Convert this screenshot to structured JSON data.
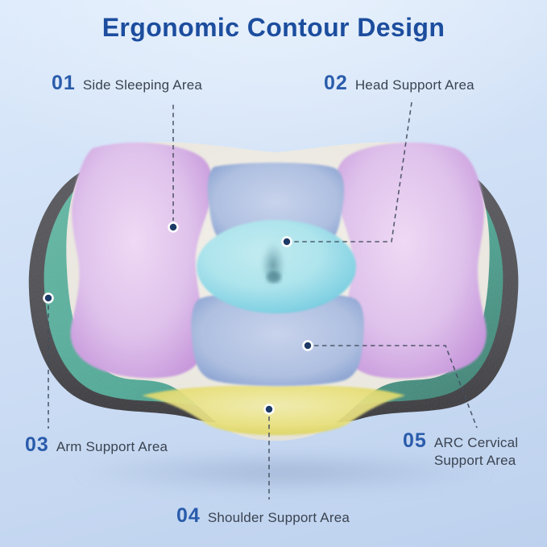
{
  "title": "Ergonomic Contour Design",
  "callouts": [
    {
      "number": "01",
      "label": "Side Sleeping Area"
    },
    {
      "number": "02",
      "label": "Head Support Area"
    },
    {
      "number": "03",
      "label": "Arm Support Area"
    },
    {
      "number": "04",
      "label": "Shoulder Support Area"
    },
    {
      "number": "05",
      "label": "ARC Cervical Support Area"
    }
  ],
  "illustration": {
    "subject": "contour-pillow-top-view",
    "marker_icon": "dot-marker-icon",
    "line_style": "dashed"
  },
  "colors": {
    "title": "#1c4d9e",
    "number": "#2a5cab",
    "label": "#3a4350",
    "bgTop": "#dceafb",
    "bgBottom": "#bdd1ee",
    "line": "#434e5e",
    "dot": "#1d3a66",
    "cream": "#eae7df",
    "pinkMid": "#dfc2eb",
    "pinkEdge": "#c28fd8",
    "blueMid": "#aebfe0",
    "blueEdge": "#7591c8",
    "cyanLight": "#aee4ec",
    "cyanEdge": "#4fa3d4",
    "teal": "#3f9e8a",
    "tealDark": "#2a6f61",
    "charcoal": "#3b3b40",
    "charcoalDark": "#242428",
    "yellow": "#e5de6c",
    "yellowLight": "#f1ecad",
    "shadow": "#8ba0c4"
  }
}
